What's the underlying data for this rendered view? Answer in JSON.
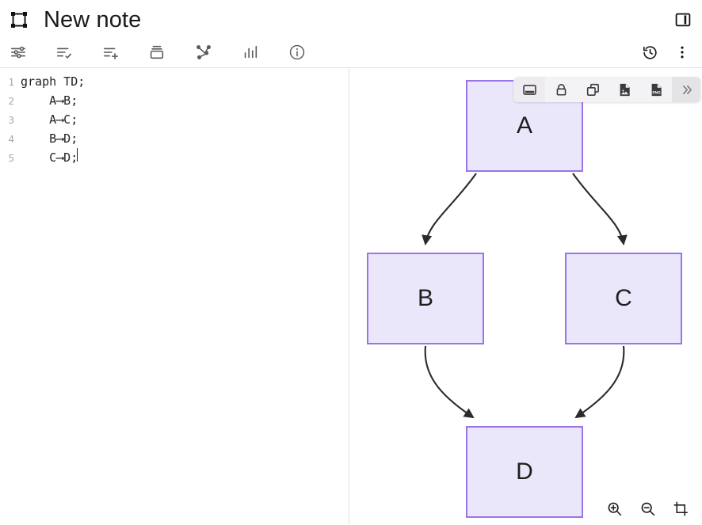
{
  "header": {
    "note_icon": "selection-frame-icon",
    "title": "New note",
    "panel_toggle_icon": "sidebar-panel-icon"
  },
  "toolbar": {
    "items": [
      {
        "name": "settings-sliders-icon",
        "label": "Formatting options"
      },
      {
        "name": "task-list-check-icon",
        "label": "Checklist"
      },
      {
        "name": "list-add-icon",
        "label": "Add list item"
      },
      {
        "name": "card-stack-icon",
        "label": "Cards"
      },
      {
        "name": "graph-branch-icon",
        "label": "Diagram"
      },
      {
        "name": "bar-chart-icon",
        "label": "Chart"
      },
      {
        "name": "info-circle-icon",
        "label": "Info"
      }
    ],
    "right_items": [
      {
        "name": "history-clock-icon",
        "label": "Version history"
      },
      {
        "name": "more-vertical-icon",
        "label": "More options"
      }
    ]
  },
  "editor": {
    "language": "mermaid",
    "lines": [
      {
        "number": "1",
        "text": "graph TD;"
      },
      {
        "number": "2",
        "text": "    A⟶B;"
      },
      {
        "number": "3",
        "text": "    A⟶C;"
      },
      {
        "number": "4",
        "text": "    B⟶D;"
      },
      {
        "number": "5",
        "text": "    C⟶D;"
      }
    ],
    "caret_line": 5
  },
  "diagram_toolbar": {
    "items": [
      {
        "name": "presentation-screen-icon",
        "label": "Fullscreen"
      },
      {
        "name": "lock-icon",
        "label": "Lock"
      },
      {
        "name": "copy-duplicate-icon",
        "label": "Copy"
      },
      {
        "name": "image-file-icon",
        "label": "Export SVG"
      },
      {
        "name": "png-file-icon",
        "label": "Export PNG",
        "badge": "PNG"
      },
      {
        "name": "chevron-double-right-icon",
        "label": "More"
      }
    ]
  },
  "zoom_controls": {
    "items": [
      {
        "name": "zoom-in-icon",
        "label": "Zoom in"
      },
      {
        "name": "zoom-out-icon",
        "label": "Zoom out"
      },
      {
        "name": "fit-crop-icon",
        "label": "Fit to screen"
      }
    ]
  },
  "chart_data": {
    "type": "diagram",
    "diagram_type": "flowchart",
    "direction": "TD",
    "title": "",
    "nodes": [
      {
        "id": "A",
        "label": "A"
      },
      {
        "id": "B",
        "label": "B"
      },
      {
        "id": "C",
        "label": "C"
      },
      {
        "id": "D",
        "label": "D"
      }
    ],
    "edges": [
      {
        "from": "A",
        "to": "B",
        "arrow": "-->"
      },
      {
        "from": "A",
        "to": "C",
        "arrow": "-->"
      },
      {
        "from": "B",
        "to": "D",
        "arrow": "-->"
      },
      {
        "from": "C",
        "to": "D",
        "arrow": "-->"
      }
    ],
    "colors": {
      "node_fill": "#EAE7FB",
      "node_border": "#9C74EA",
      "edge": "#2b2b2b",
      "label": "#1e1e1e"
    }
  }
}
